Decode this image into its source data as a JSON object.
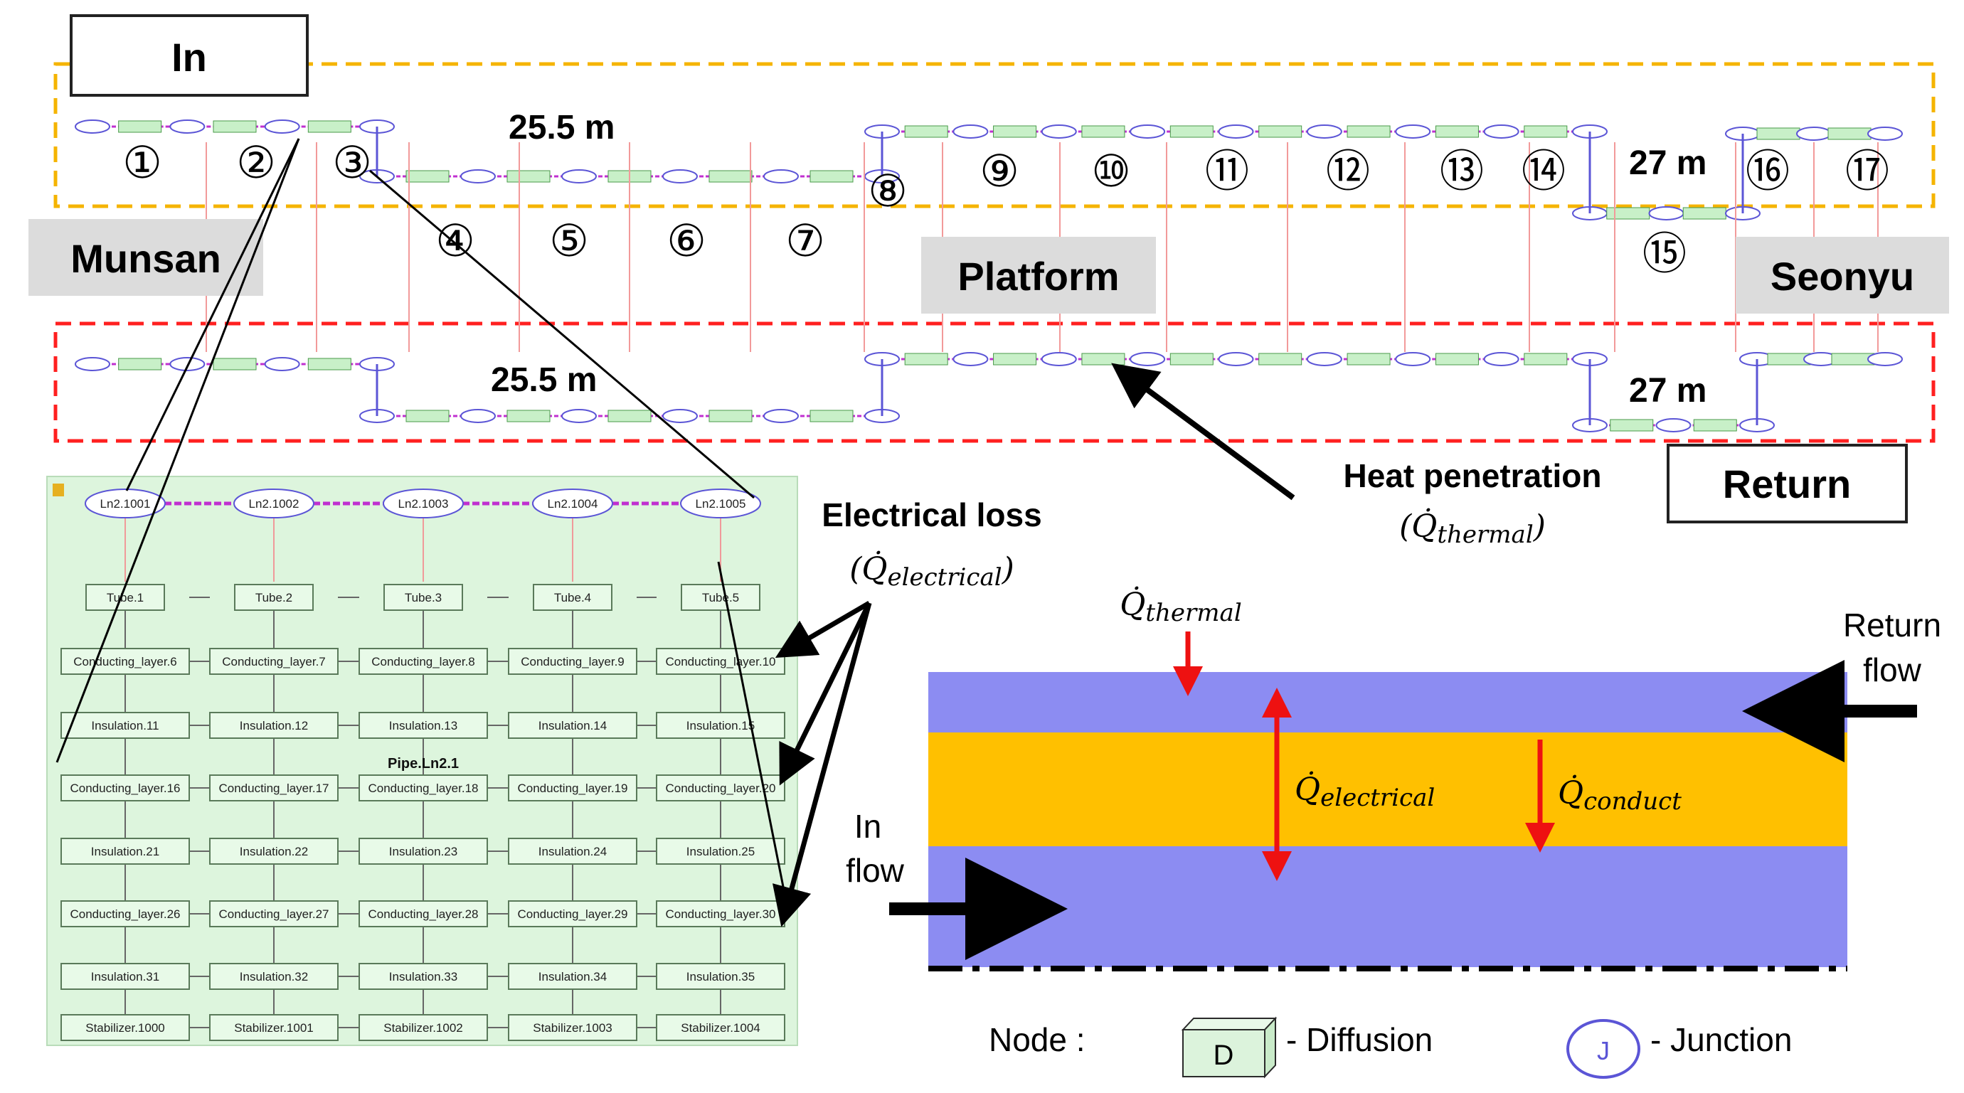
{
  "labels": {
    "in": "In",
    "return": "Return",
    "munsan": "Munsan",
    "platform": "Platform",
    "seonyu": "Seonyu",
    "dist_top_left": "25.5 m",
    "dist_bottom_left": "25.5 m",
    "dist_top_right": "27 m",
    "dist_bottom_right": "27 m",
    "heat_penetration": "Heat penetration",
    "heat_penetration_symbol": "(Q̇thermal)",
    "electrical_loss": "Electrical loss",
    "electrical_loss_symbol": "(Q̇electrical)",
    "pipe_label": "Pipe.Ln2.1"
  },
  "segments": [
    "①",
    "②",
    "③",
    "④",
    "⑤",
    "⑥",
    "⑦",
    "⑧",
    "⑨",
    "⑩",
    "⑪",
    "⑫",
    "⑬",
    "⑭",
    "⑮",
    "⑯",
    "⑰"
  ],
  "zoom": {
    "junctions": [
      "Ln2.1001",
      "Ln2.1002",
      "Ln2.1003",
      "Ln2.1004",
      "Ln2.1005"
    ],
    "rows": [
      [
        "Tube.1",
        "Tube.2",
        "Tube.3",
        "Tube.4",
        "Tube.5"
      ],
      [
        "Conducting_layer.6",
        "Conducting_layer.7",
        "Conducting_layer.8",
        "Conducting_layer.9",
        "Conducting_layer.10"
      ],
      [
        "Insulation.11",
        "Insulation.12",
        "Insulation.13",
        "Insulation.14",
        "Insulation.15"
      ],
      [
        "Conducting_layer.16",
        "Conducting_layer.17",
        "Conducting_layer.18",
        "Conducting_layer.19",
        "Conducting_layer.20"
      ],
      [
        "Insulation.21",
        "Insulation.22",
        "Insulation.23",
        "Insulation.24",
        "Insulation.25"
      ],
      [
        "Conducting_layer.26",
        "Conducting_layer.27",
        "Conducting_layer.28",
        "Conducting_layer.29",
        "Conducting_layer.30"
      ],
      [
        "Insulation.31",
        "Insulation.32",
        "Insulation.33",
        "Insulation.34",
        "Insulation.35"
      ],
      [
        "Stabilizer.1000",
        "Stabilizer.1001",
        "Stabilizer.1002",
        "Stabilizer.1003",
        "Stabilizer.1004"
      ]
    ]
  },
  "cross_section": {
    "q_thermal": "Q̇thermal",
    "q_electrical": "Q̇electrical",
    "q_conduct": "Q̇conduct",
    "in_flow": [
      "In",
      "flow"
    ],
    "return_flow": [
      "Return",
      "flow"
    ]
  },
  "legend": {
    "node_label": "Node :",
    "diffusion_letter": "D",
    "diffusion_label": "- Diffusion",
    "junction_letter": "J",
    "junction_label": "- Junction"
  },
  "colors": {
    "in_dash": "#f5b400",
    "return_dash": "#ff2020",
    "panel_green": "#ddf5dd",
    "ellipse_stroke": "#5b55d6",
    "flow_band": "#8c8cf2",
    "conductor_band": "#ffc000",
    "red_arrow": "#ee1111",
    "link_magenta": "#c030d0",
    "label_grey": "#dcdcdc"
  }
}
